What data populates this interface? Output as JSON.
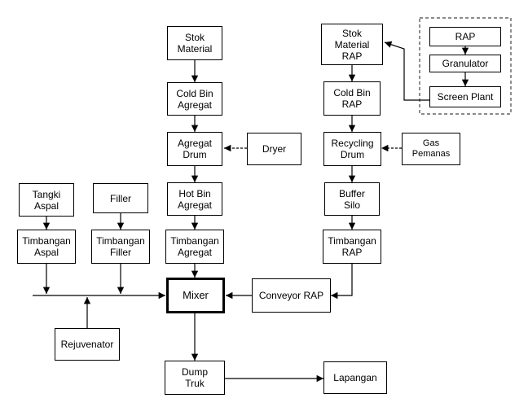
{
  "nodes": {
    "stok_material": "Stok\nMaterial",
    "cold_bin_agregat": "Cold Bin\nAgregat",
    "agregat_drum": "Agregat\nDrum",
    "dryer": "Dryer",
    "hot_bin_agregat": "Hot Bin\nAgregat",
    "timbangan_agregat": "Timbangan\nAgregat",
    "tangki_aspal": "Tangki\nAspal",
    "timbangan_aspal": "Timbangan\nAspal",
    "filler": "Filler",
    "timbangan_filler": "Timbangan\nFiller",
    "mixer": "Mixer",
    "rejuvenator": "Rejuvenator",
    "dump_truk": "Dump\nTruk",
    "lapangan": "Lapangan",
    "stok_material_rap": "Stok\nMaterial\nRAP",
    "cold_bin_rap": "Cold Bin\nRAP",
    "recycling_drum": "Recycling\nDrum",
    "gas_pemanas": "Gas\nPemanas",
    "buffer_silo": "Buffer\nSilo",
    "timbangan_rap": "Timbangan\nRAP",
    "conveyor_rap": "Conveyor RAP",
    "rap": "RAP",
    "granulator": "Granulator",
    "screen_plant": "Screen Plant"
  }
}
